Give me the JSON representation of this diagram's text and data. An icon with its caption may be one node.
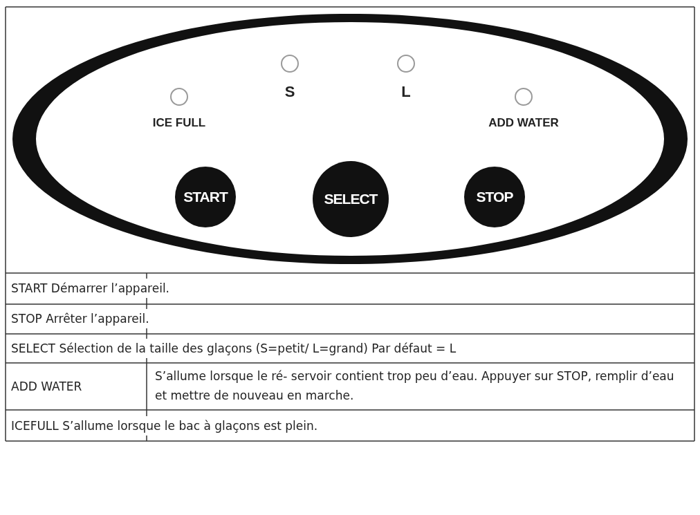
{
  "diagram": {
    "nodes": [
      {
        "text": [],
        "shape": "ellipse"
      },
      {
        "text": [],
        "shape": "circle",
        "beside": [
          "ICE FULL"
        ],
        "in": 0
      },
      {
        "text": [],
        "shape": "circle",
        "beside": [
          "S"
        ],
        "in": 0
      },
      {
        "text": [],
        "shape": "circle",
        "beside": [
          "L"
        ],
        "in": 0
      },
      {
        "text": [],
        "shape": "circle",
        "beside": [
          "ADD WATER"
        ],
        "in": 0
      },
      {
        "text": [
          "START"
        ],
        "in": 0
      },
      {
        "text": [
          "SELECT"
        ],
        "in": 0
      },
      {
        "text": [
          "STOP"
        ],
        "in": 0
      }
    ],
    "labels": [
      "START Démarrer l’appareil.",
      "STOP Arrêter l’appareil.",
      "SELECT Sélection de la taille des glaçons (S=petit/ L=grand) Par défaut = L",
      "ADD WATER",
      "S’allume lorsque le ré- servoir contient trop peu d’eau. Appuyer sur STOP, remplir d’eau et mettre de nouveau en marche.",
      "ICEFULL S’allume lorsque le bac à glaçons est plein."
    ]
  }
}
